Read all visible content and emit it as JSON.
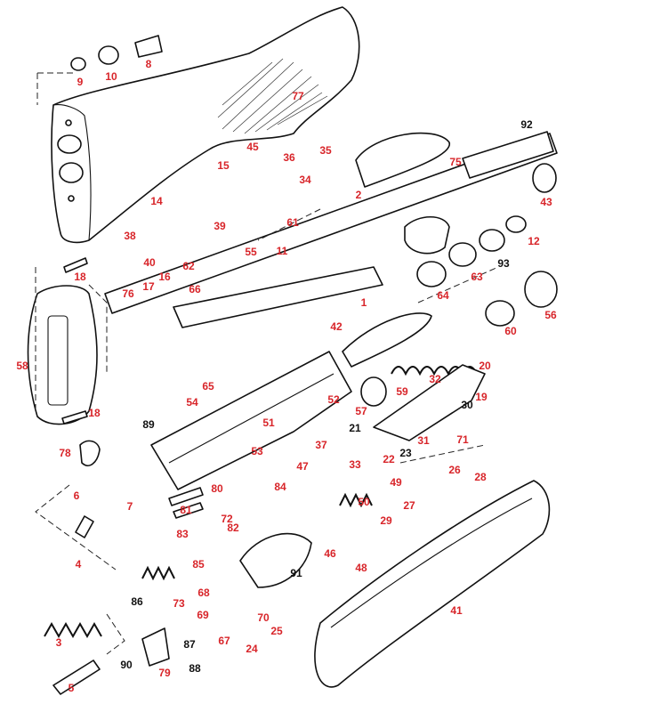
{
  "colors": {
    "label_red": "#d8252a",
    "label_black": "#111111",
    "line": "#111111"
  },
  "labels": [
    {
      "text": "1",
      "color": "red"
    },
    {
      "text": "2",
      "color": "red"
    },
    {
      "text": "3",
      "color": "red"
    },
    {
      "text": "4",
      "color": "red"
    },
    {
      "text": "5",
      "color": "red"
    },
    {
      "text": "6",
      "color": "red"
    },
    {
      "text": "7",
      "color": "red"
    },
    {
      "text": "8",
      "color": "red"
    },
    {
      "text": "9",
      "color": "red"
    },
    {
      "text": "10",
      "color": "red"
    },
    {
      "text": "11",
      "color": "red"
    },
    {
      "text": "12",
      "color": "red"
    },
    {
      "text": "14",
      "color": "red"
    },
    {
      "text": "15",
      "color": "red"
    },
    {
      "text": "16",
      "color": "red"
    },
    {
      "text": "17",
      "color": "red"
    },
    {
      "text": "18",
      "color": "red"
    },
    {
      "text": "18",
      "color": "red"
    },
    {
      "text": "19",
      "color": "red"
    },
    {
      "text": "20",
      "color": "red"
    },
    {
      "text": "21",
      "color": "black"
    },
    {
      "text": "22",
      "color": "red"
    },
    {
      "text": "23",
      "color": "black"
    },
    {
      "text": "24",
      "color": "red"
    },
    {
      "text": "25",
      "color": "red"
    },
    {
      "text": "26",
      "color": "red"
    },
    {
      "text": "27",
      "color": "red"
    },
    {
      "text": "28",
      "color": "red"
    },
    {
      "text": "29",
      "color": "red"
    },
    {
      "text": "30",
      "color": "black"
    },
    {
      "text": "31",
      "color": "red"
    },
    {
      "text": "32",
      "color": "red"
    },
    {
      "text": "33",
      "color": "red"
    },
    {
      "text": "34",
      "color": "red"
    },
    {
      "text": "35",
      "color": "red"
    },
    {
      "text": "36",
      "color": "red"
    },
    {
      "text": "37",
      "color": "red"
    },
    {
      "text": "38",
      "color": "red"
    },
    {
      "text": "39",
      "color": "red"
    },
    {
      "text": "40",
      "color": "red"
    },
    {
      "text": "41",
      "color": "red"
    },
    {
      "text": "42",
      "color": "red"
    },
    {
      "text": "43",
      "color": "red"
    },
    {
      "text": "45",
      "color": "red"
    },
    {
      "text": "46",
      "color": "red"
    },
    {
      "text": "47",
      "color": "red"
    },
    {
      "text": "48",
      "color": "red"
    },
    {
      "text": "49",
      "color": "red"
    },
    {
      "text": "50",
      "color": "red"
    },
    {
      "text": "51",
      "color": "red"
    },
    {
      "text": "52",
      "color": "red"
    },
    {
      "text": "53",
      "color": "red"
    },
    {
      "text": "54",
      "color": "red"
    },
    {
      "text": "55",
      "color": "red"
    },
    {
      "text": "56",
      "color": "red"
    },
    {
      "text": "57",
      "color": "red"
    },
    {
      "text": "58",
      "color": "red"
    },
    {
      "text": "59",
      "color": "red"
    },
    {
      "text": "60",
      "color": "red"
    },
    {
      "text": "61",
      "color": "red"
    },
    {
      "text": "62",
      "color": "red"
    },
    {
      "text": "63",
      "color": "red"
    },
    {
      "text": "64",
      "color": "red"
    },
    {
      "text": "65",
      "color": "red"
    },
    {
      "text": "66",
      "color": "red"
    },
    {
      "text": "67",
      "color": "red"
    },
    {
      "text": "68",
      "color": "red"
    },
    {
      "text": "69",
      "color": "red"
    },
    {
      "text": "70",
      "color": "red"
    },
    {
      "text": "71",
      "color": "red"
    },
    {
      "text": "72",
      "color": "red"
    },
    {
      "text": "73",
      "color": "red"
    },
    {
      "text": "75",
      "color": "red"
    },
    {
      "text": "76",
      "color": "red"
    },
    {
      "text": "77",
      "color": "red"
    },
    {
      "text": "78",
      "color": "red"
    },
    {
      "text": "79",
      "color": "red"
    },
    {
      "text": "80",
      "color": "red"
    },
    {
      "text": "81",
      "color": "red"
    },
    {
      "text": "82",
      "color": "red"
    },
    {
      "text": "83",
      "color": "red"
    },
    {
      "text": "84",
      "color": "red"
    },
    {
      "text": "85",
      "color": "red"
    },
    {
      "text": "86",
      "color": "black"
    },
    {
      "text": "87",
      "color": "black"
    },
    {
      "text": "88",
      "color": "black"
    },
    {
      "text": "89",
      "color": "black"
    },
    {
      "text": "90",
      "color": "black"
    },
    {
      "text": "91",
      "color": "black"
    },
    {
      "text": "92",
      "color": "black"
    },
    {
      "text": "93",
      "color": "black"
    }
  ]
}
